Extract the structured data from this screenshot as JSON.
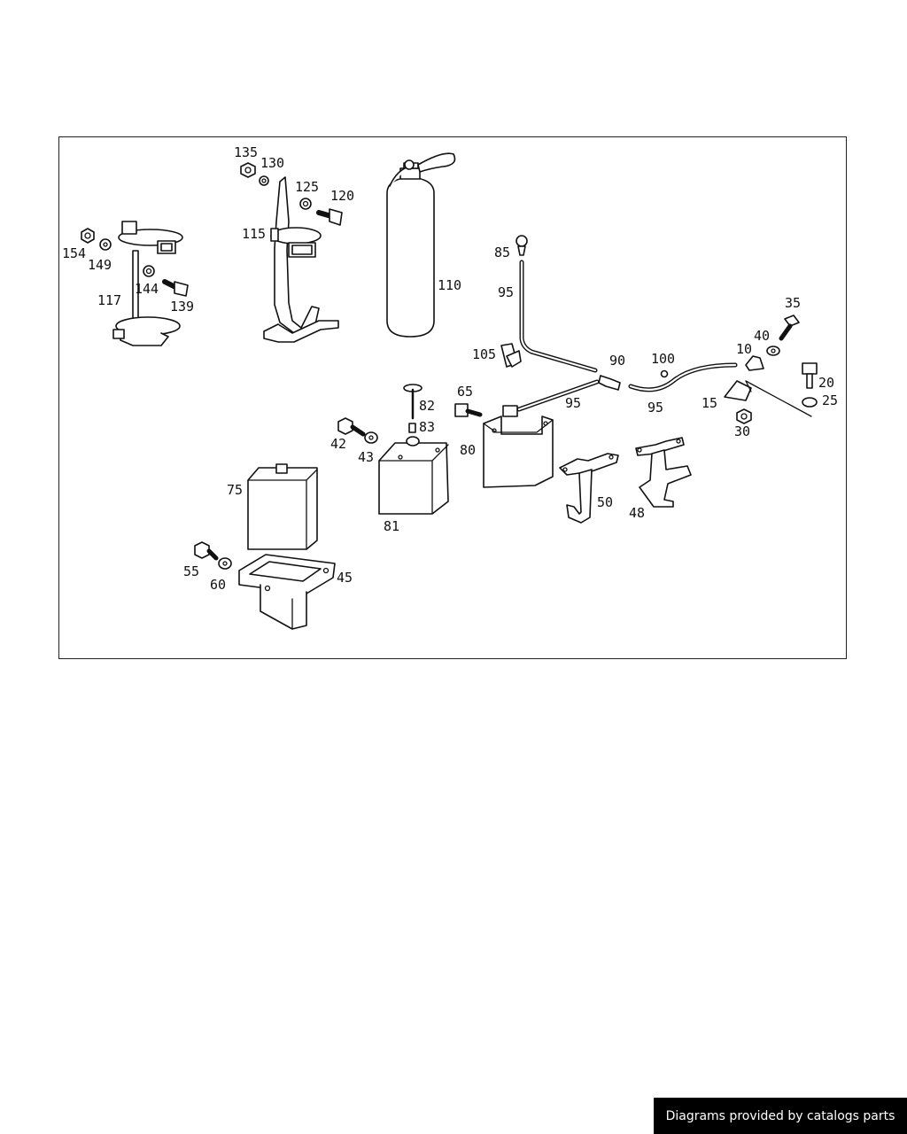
{
  "labels": {
    "l154": "154",
    "l149": "149",
    "l117": "117",
    "l144": "144",
    "l139": "139",
    "l135": "135",
    "l130": "130",
    "l125": "125",
    "l120": "120",
    "l115": "115",
    "l110": "110",
    "l85": "85",
    "l95a": "95",
    "l105": "105",
    "l90": "90",
    "l100": "100",
    "l95b": "95",
    "l95c": "95",
    "l35": "35",
    "l40": "40",
    "l10": "10",
    "l20": "20",
    "l25": "25",
    "l15": "15",
    "l30": "30",
    "l82": "82",
    "l83": "83",
    "l65": "65",
    "l80": "80",
    "l42": "42",
    "l43": "43",
    "l81": "81",
    "l75": "75",
    "l50": "50",
    "l48": "48",
    "l55": "55",
    "l60": "60",
    "l45": "45"
  },
  "footer": {
    "credit": "Diagrams provided by catalogs parts"
  }
}
